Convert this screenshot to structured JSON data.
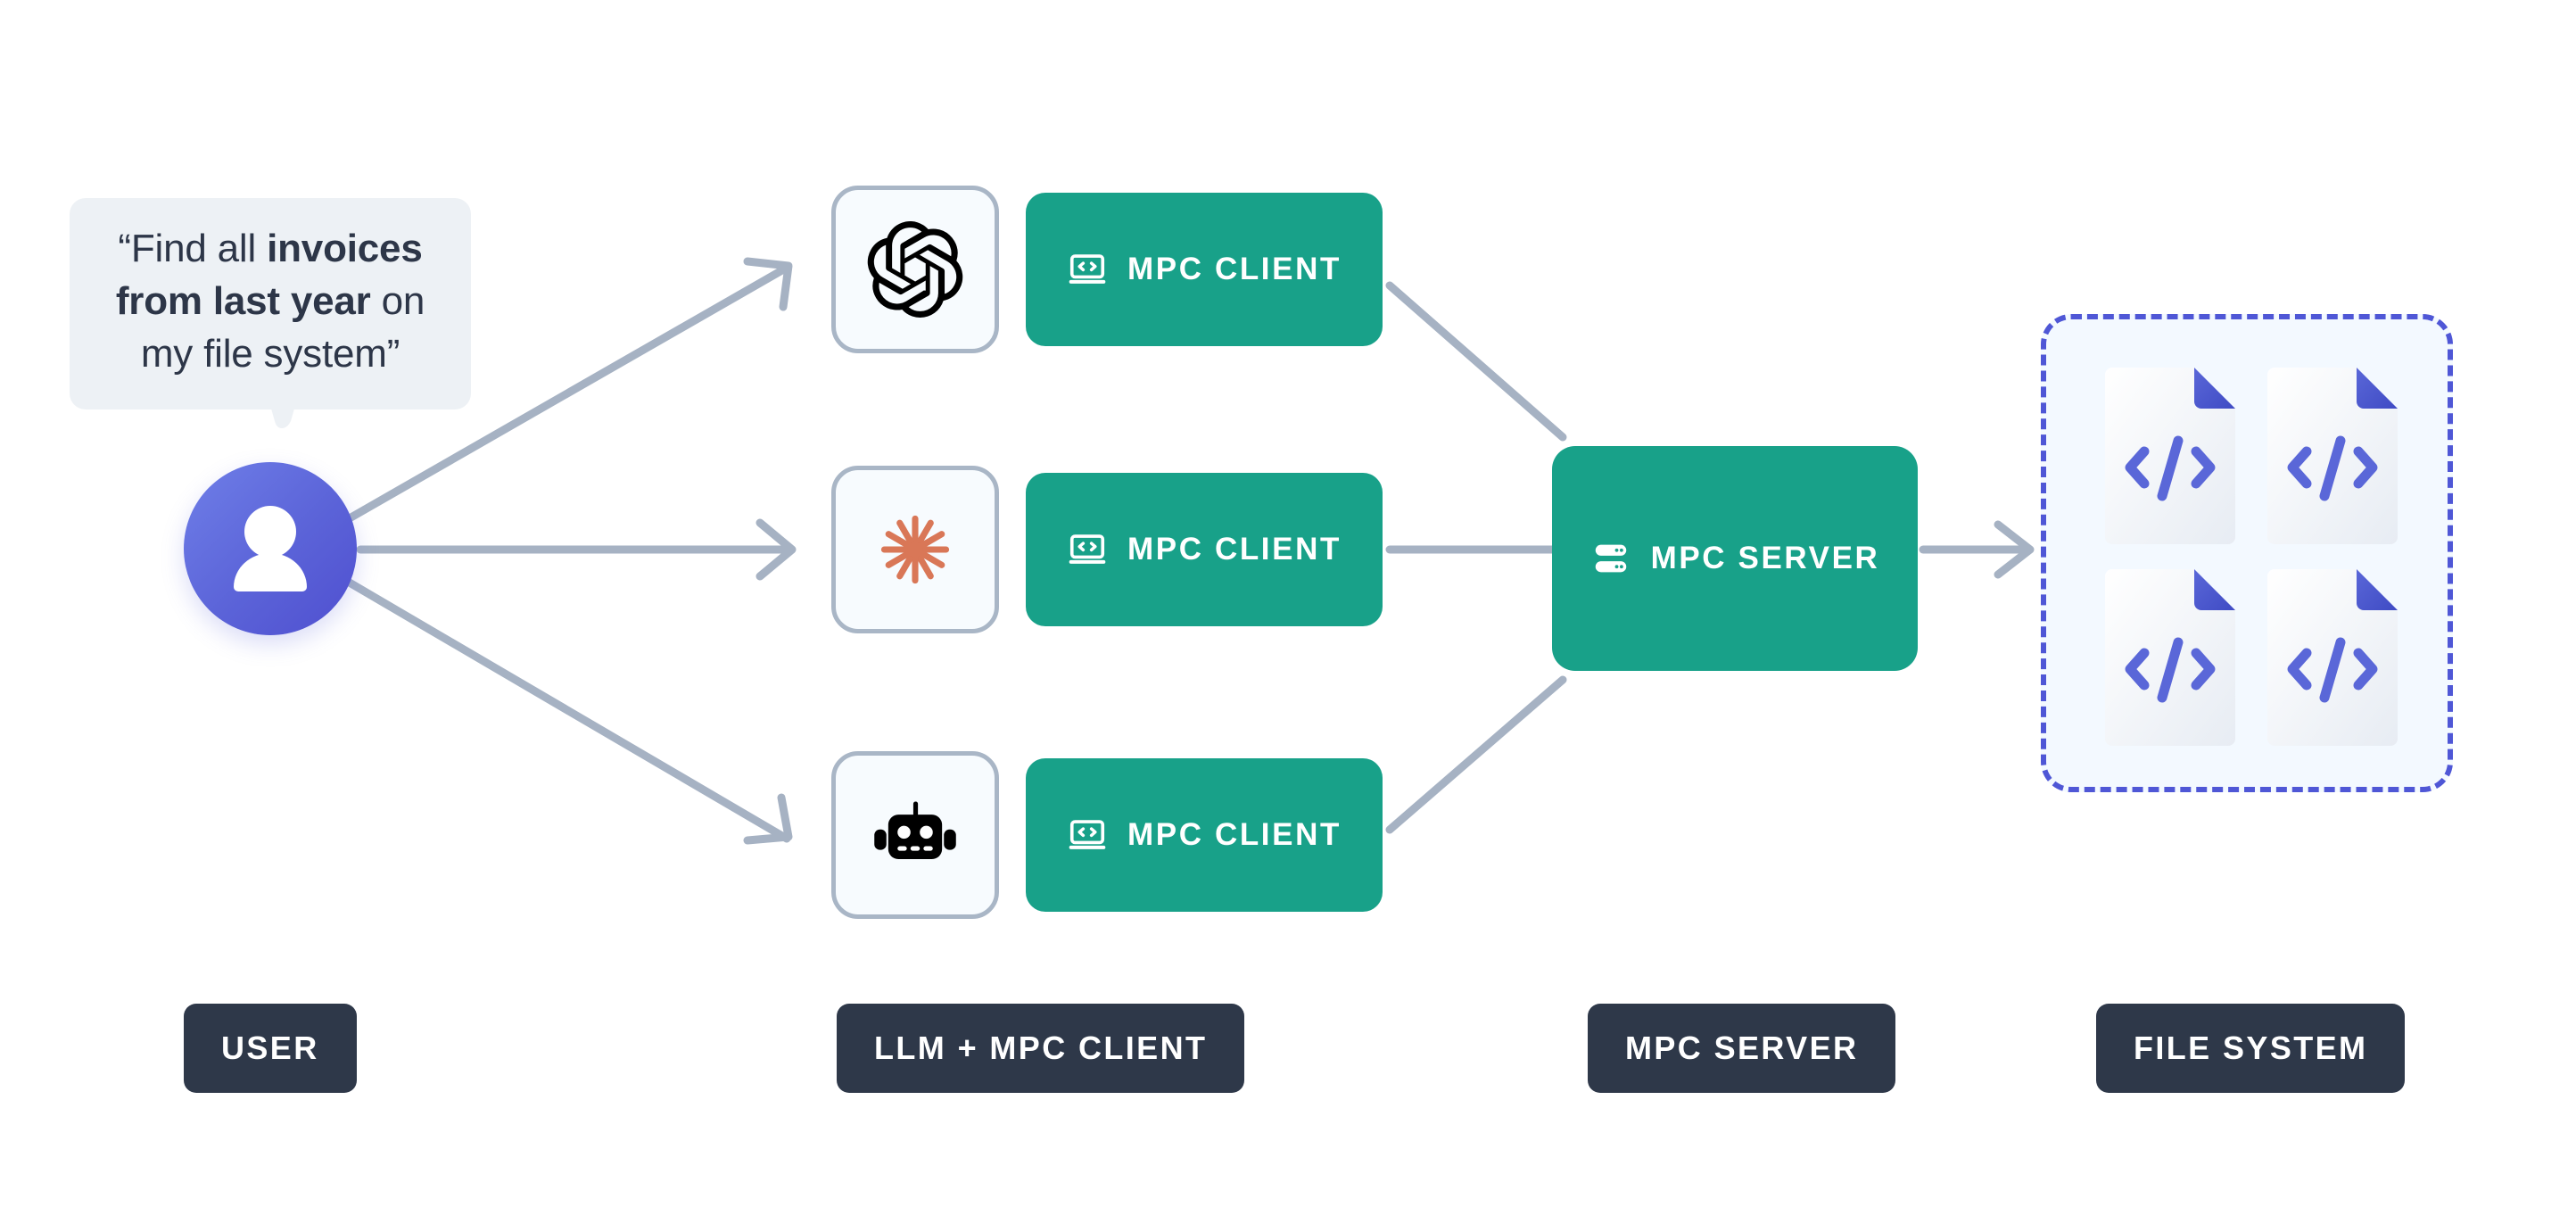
{
  "colors": {
    "teal": "#18A189",
    "navy": "#2E3849",
    "indigo": "#4F57D6",
    "avatar_purple": "#5B63D8",
    "connector_gray": "#A6B2C3",
    "bubble_bg": "#EDF1F5",
    "tile_bg": "#F7FBFE",
    "tile_border": "#A9B6C6",
    "fs_bg": "#F3F9FF",
    "claude_orange": "#D97757",
    "text_dark": "#2D3648"
  },
  "speech_bubble": {
    "quote_open": "“",
    "quote_close": "”",
    "line1_plain": "Find all ",
    "line1_bold": "invoices",
    "line2_bold": "from last year",
    "line2_plain": " on",
    "line3_plain": "my file system",
    "full_text": "“Find all invoices from last year on my file system”"
  },
  "user": {
    "avatar_icon": "person-icon"
  },
  "llm_rows": [
    {
      "icon_name": "openai-logo-icon",
      "client_label": "MPC CLIENT",
      "client_icon": "laptop-code-icon"
    },
    {
      "icon_name": "claude-starburst-icon",
      "client_label": "MPC CLIENT",
      "client_icon": "laptop-code-icon"
    },
    {
      "icon_name": "robot-icon",
      "client_label": "MPC CLIENT",
      "client_icon": "laptop-code-icon"
    }
  ],
  "server": {
    "label": "MPC SERVER",
    "icon_name": "server-rack-icon"
  },
  "file_system": {
    "files": [
      {
        "icon_name": "code-file-icon",
        "glyph": "</>"
      },
      {
        "icon_name": "code-file-icon",
        "glyph": "</>"
      },
      {
        "icon_name": "code-file-icon",
        "glyph": "</>"
      },
      {
        "icon_name": "code-file-icon",
        "glyph": "</>"
      }
    ]
  },
  "legend": [
    {
      "label": "USER"
    },
    {
      "label": "LLM + MPC CLIENT"
    },
    {
      "label": "MPC SERVER"
    },
    {
      "label": "FILE SYSTEM"
    }
  ]
}
